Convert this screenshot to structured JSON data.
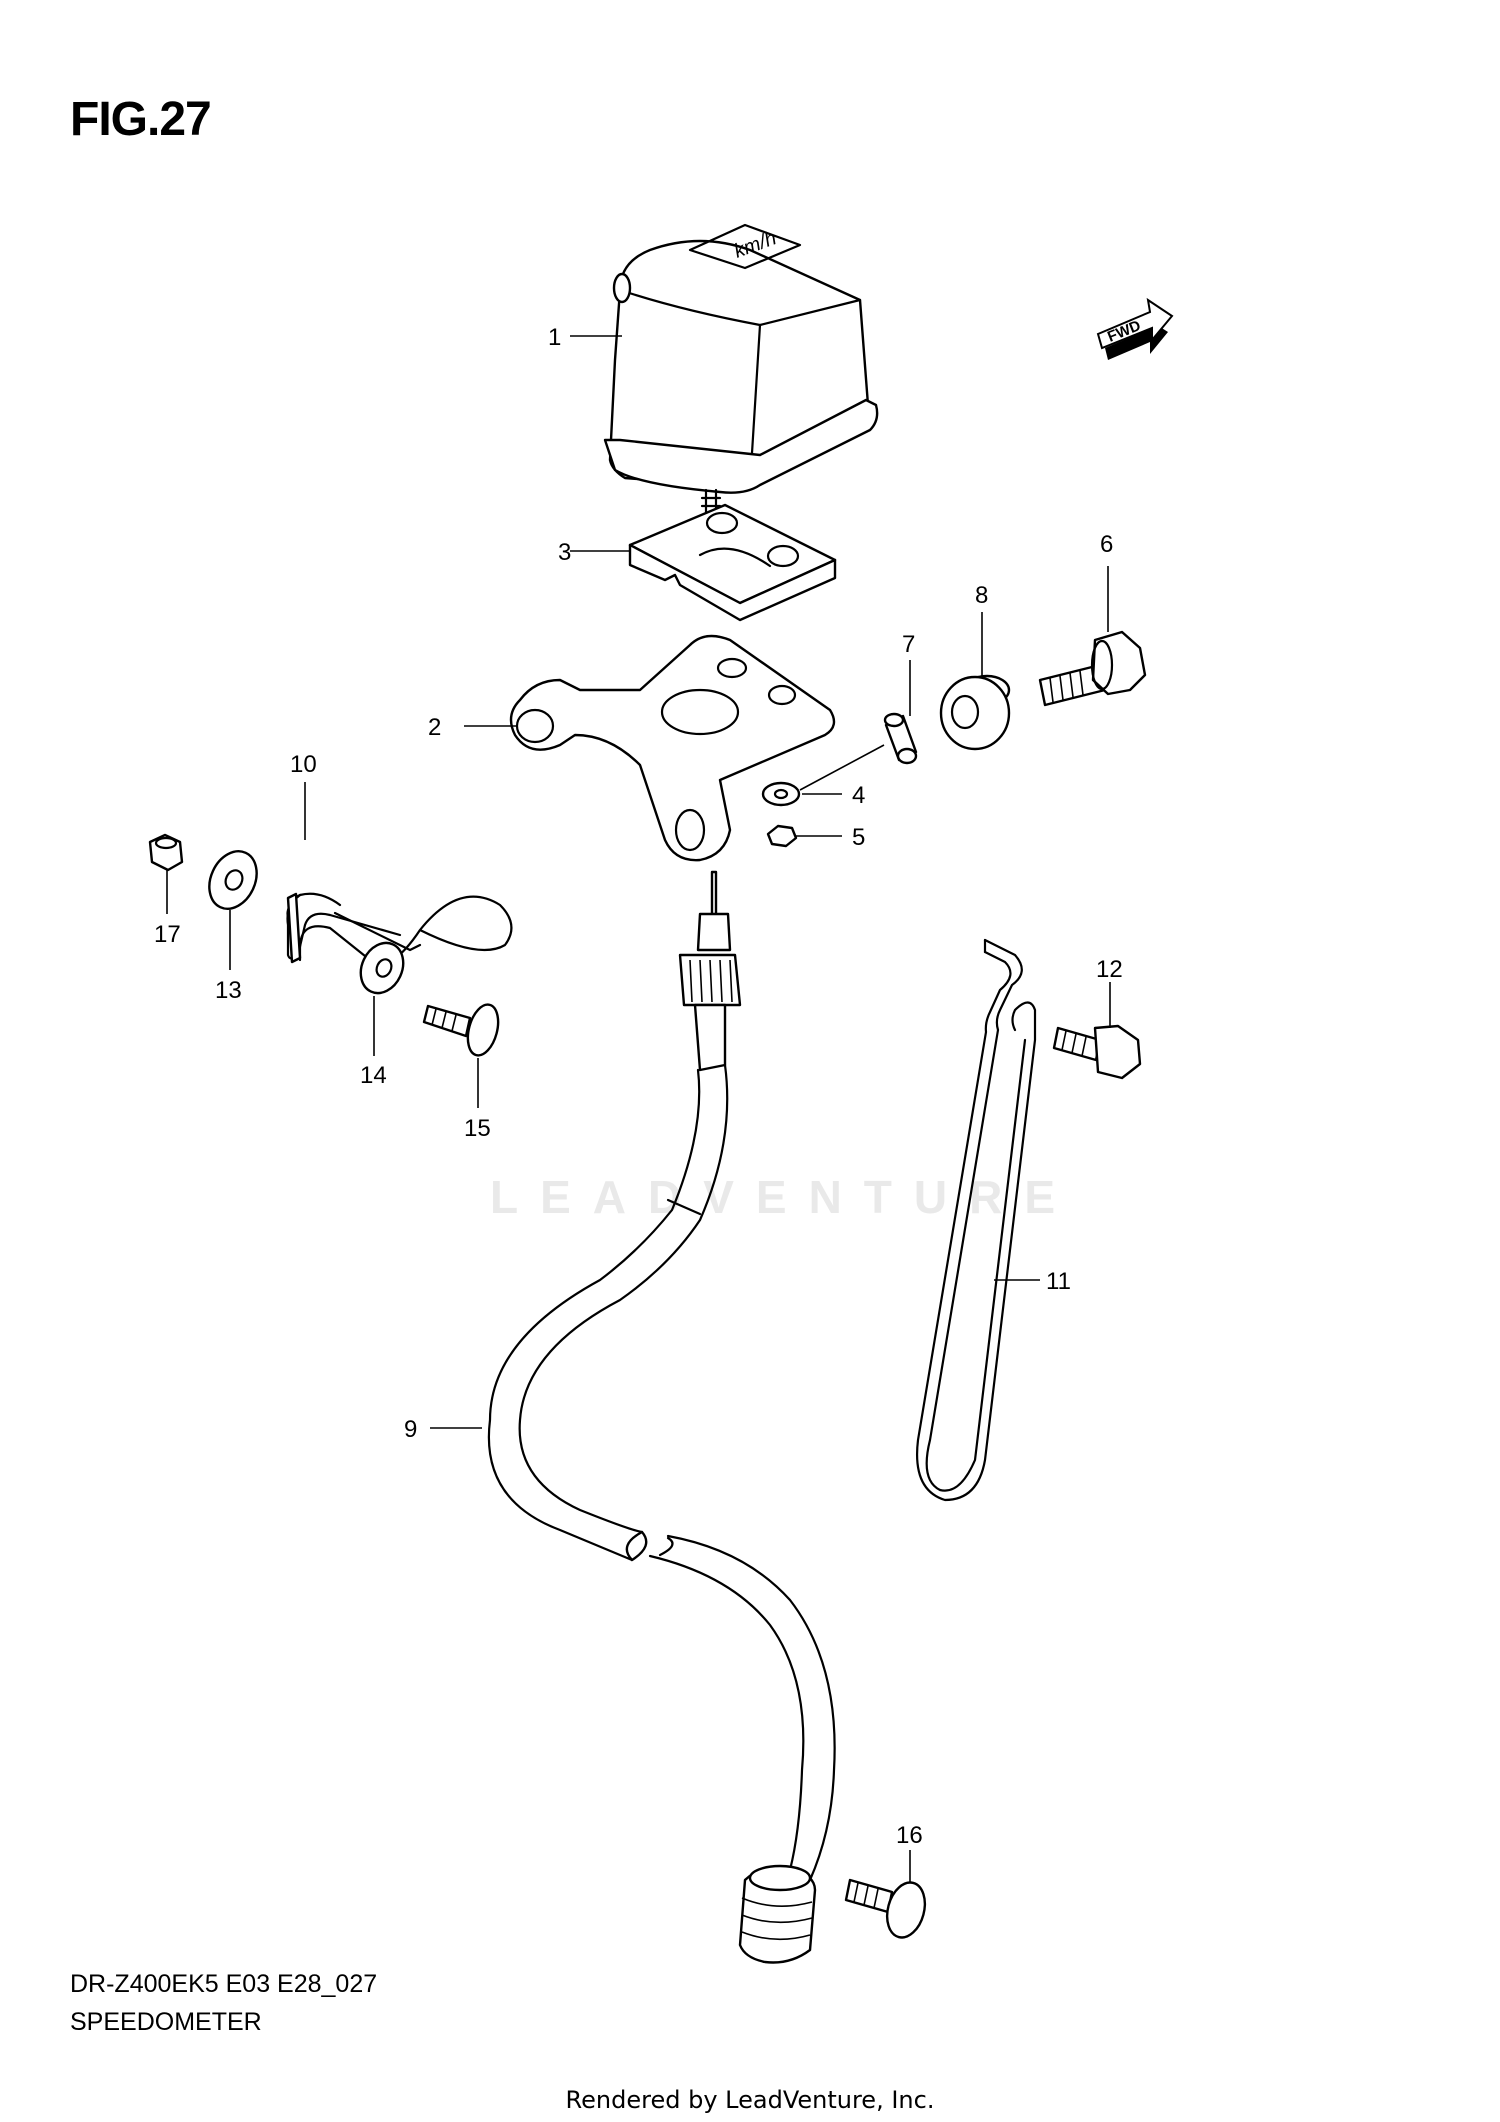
{
  "figure_title": "FIG.27",
  "model_code": "DR-Z400EK5 E03 E28_027",
  "assembly_name": "SPEEDOMETER",
  "rendered_by": "Rendered by LeadVenture, Inc.",
  "watermark": "LEADVENTURE",
  "direction_badge": "FWD",
  "callouts": [
    "1",
    "2",
    "3",
    "4",
    "5",
    "6",
    "7",
    "8",
    "9",
    "10",
    "11",
    "12",
    "13",
    "14",
    "15",
    "16",
    "17"
  ]
}
